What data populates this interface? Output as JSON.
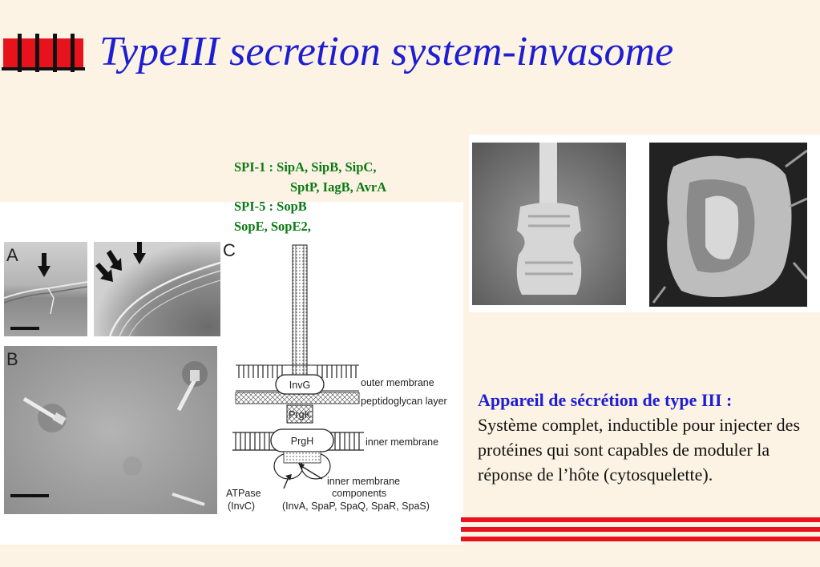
{
  "slide": {
    "title": "TypeIII secretion system-invasome"
  },
  "spi": {
    "line1": "SPI-1 : SipA, SipB, SipC,",
    "line2": "SptP, IagB, AvrA",
    "line3": "SPI-5 : SopB",
    "line4": "SopE, SopE2,"
  },
  "figure": {
    "panel_a": "A",
    "panel_b": "B",
    "panel_c": "C",
    "labels": {
      "outer_membrane": "outer membrane",
      "peptidoglycan": "peptidoglycan layer",
      "inner_membrane": "inner membrane",
      "components_1": "inner membrane",
      "components_2": "components",
      "components_3": "(InvA, SpaP, SpaQ, SpaR, SpaS)",
      "atpase_1": "ATPase",
      "atpase_2": "(InvC)",
      "invg": "InvG",
      "prgk": "PrgK",
      "prgh": "PrgH"
    }
  },
  "description": {
    "heading": "Appareil de sécrétion de type III :",
    "body": "Système complet, inductible pour injecter des protéines qui sont capables de moduler la réponse de l’hôte (cytosquelette)."
  },
  "colors": {
    "title": "#1d1ed2",
    "spi_text": "#0a7a14",
    "accent_red": "#e8121c",
    "background": "#fdf3e4"
  }
}
